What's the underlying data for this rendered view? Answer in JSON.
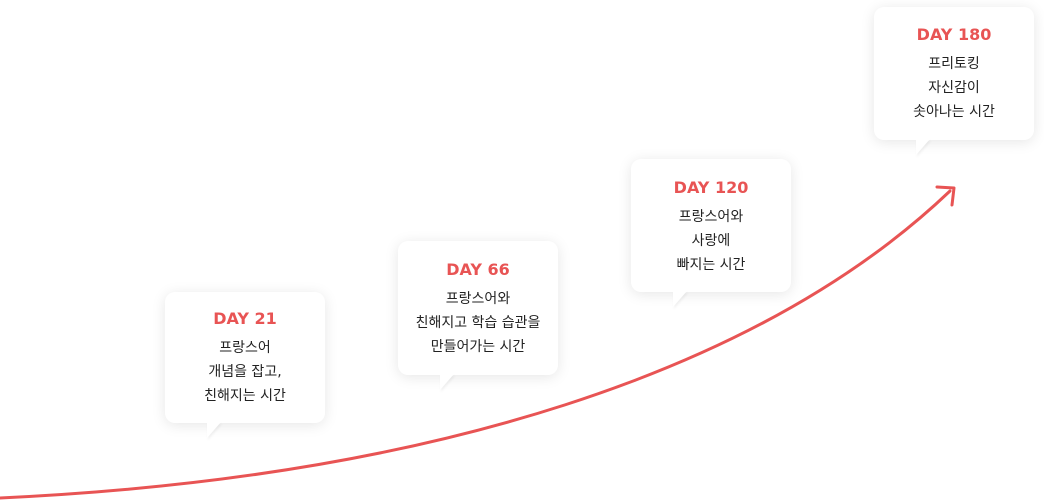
{
  "milestones": [
    {
      "day": "DAY 21",
      "lines": [
        "프랑스어",
        "개념을 잡고,",
        "친해지는 시간"
      ]
    },
    {
      "day": "DAY 66",
      "lines": [
        "프랑스어와",
        "친해지고 학습 습관을",
        "만들어가는 시간"
      ]
    },
    {
      "day": "DAY 120",
      "lines": [
        "프랑스어와",
        "사랑에",
        "빠지는 시간"
      ]
    },
    {
      "day": "DAY 180",
      "lines": [
        "프리토킹",
        "자신감이",
        "솟아나는 시간"
      ]
    }
  ],
  "colors": {
    "accent": "#e85454",
    "text": "#222222",
    "card": "#ffffff"
  }
}
